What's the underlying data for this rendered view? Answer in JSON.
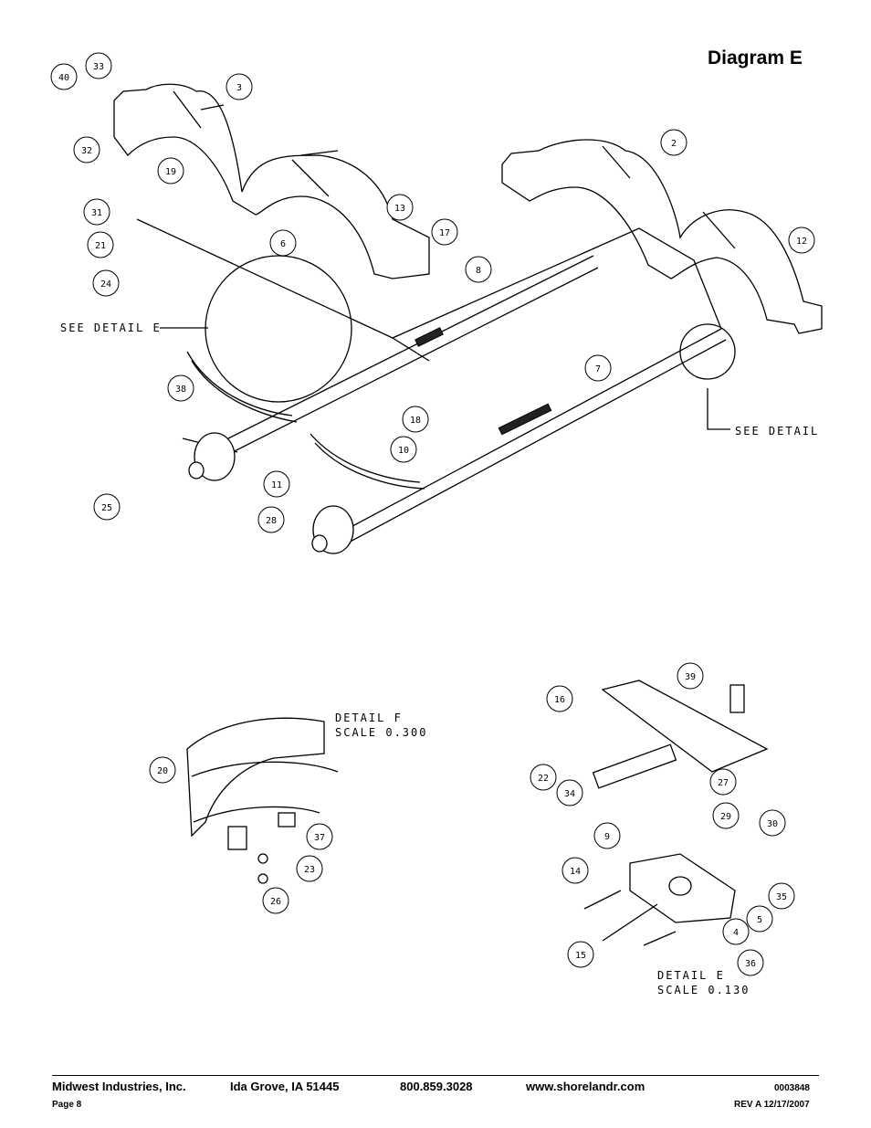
{
  "diagram": {
    "title": "Diagram E",
    "detail_notes": {
      "see_detail_e": "SEE DETAIL  E",
      "see_detail": "SEE DETAIL",
      "detail_f_title": "DETAIL  F",
      "detail_f_scale": "SCALE  0.300",
      "detail_e_title": "DETAIL  E",
      "detail_e_scale": "SCALE  0.130"
    },
    "callouts": [
      "40",
      "33",
      "3",
      "32",
      "19",
      "31",
      "13",
      "17",
      "21",
      "24",
      "6",
      "2",
      "12",
      "8",
      "38",
      "7",
      "18",
      "10",
      "25",
      "11",
      "28",
      "20",
      "37",
      "23",
      "26",
      "39",
      "16",
      "22",
      "34",
      "27",
      "29",
      "30",
      "9",
      "14",
      "35",
      "5",
      "4",
      "15",
      "36"
    ]
  },
  "footer": {
    "company": "Midwest Industries, Inc.",
    "city": "Ida Grove, IA  51445",
    "phone": "800.859.3028",
    "website": "www.shorelandr.com",
    "doc_number": "0003848",
    "page": "Page 8",
    "revision": "REV A  12/17/2007"
  }
}
